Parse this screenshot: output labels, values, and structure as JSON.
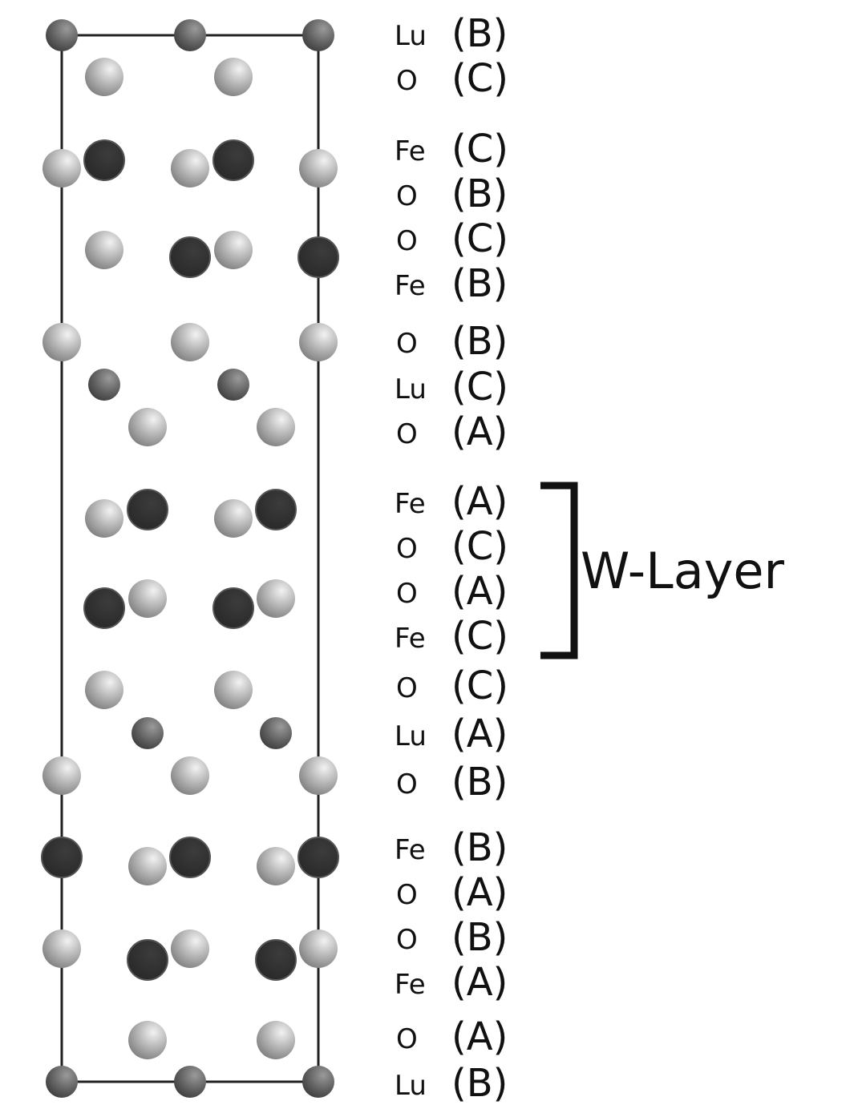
{
  "title": "LuFe2O4 unit cell stacking sequence",
  "layers": [
    {
      "element": "Lu",
      "site": "(B)"
    },
    {
      "element": "O",
      "site": "(C)"
    },
    {
      "element": "Fe",
      "site": "(C)"
    },
    {
      "element": "O",
      "site": "(B)"
    },
    {
      "element": "O",
      "site": "(C)"
    },
    {
      "element": "Fe",
      "site": "(B)"
    },
    {
      "element": "O",
      "site": "(B)"
    },
    {
      "element": "Lu",
      "site": "(C)"
    },
    {
      "element": "O",
      "site": "(A)"
    },
    {
      "element": "Fe",
      "site": "(A)"
    },
    {
      "element": "O",
      "site": "(C)"
    },
    {
      "element": "O",
      "site": "(A)"
    },
    {
      "element": "Fe",
      "site": "(C)"
    },
    {
      "element": "O",
      "site": "(C)"
    },
    {
      "element": "Lu",
      "site": "(A)"
    },
    {
      "element": "O",
      "site": "(B)"
    },
    {
      "element": "Fe",
      "site": "(B)"
    },
    {
      "element": "O",
      "site": "(A)"
    },
    {
      "element": "O",
      "site": "(B)"
    },
    {
      "element": "Fe",
      "site": "(A)"
    },
    {
      "element": "O",
      "site": "(A)"
    },
    {
      "element": "Lu",
      "site": "(B)"
    }
  ],
  "annotation": {
    "label": "W-Layer"
  },
  "colors": {
    "lu": "#6a6a6a",
    "o": "#b8b8b8",
    "fe": "#2e2e2e",
    "frame": "#222222"
  }
}
